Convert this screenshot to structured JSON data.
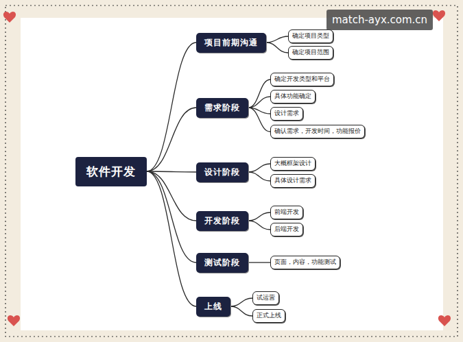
{
  "diagram": {
    "nodes": [
      {
        "text": [
          "软件开发"
        ]
      },
      {
        "text": [
          "项目前期沟通"
        ]
      },
      {
        "text": [
          "确定项目类型"
        ]
      },
      {
        "text": [
          "确定项目范围"
        ]
      },
      {
        "text": [
          "需求阶段"
        ]
      },
      {
        "text": [
          "确定开发类型和平台"
        ]
      },
      {
        "text": [
          "具体功能确定"
        ]
      },
      {
        "text": [
          "设计需求"
        ]
      },
      {
        "text": [
          "确认需求，开发时间，功能报价"
        ]
      },
      {
        "text": [
          "设计阶段"
        ]
      },
      {
        "text": [
          "大概框架设计"
        ]
      },
      {
        "text": [
          "具体设计需求"
        ]
      },
      {
        "text": [
          "开发阶段"
        ]
      },
      {
        "text": [
          "前端开发"
        ]
      },
      {
        "text": [
          "后端开发"
        ]
      },
      {
        "text": [
          "测试阶段"
        ]
      },
      {
        "text": [
          "页面，内容，功能测试"
        ]
      },
      {
        "text": [
          "上线"
        ]
      },
      {
        "text": [
          "试运营"
        ]
      },
      {
        "text": [
          "正式上线"
        ]
      }
    ],
    "edges": [
      {
        "from": 0,
        "to": 1,
        "arrow": "none"
      },
      {
        "from": 1,
        "to": 2,
        "arrow": "none"
      },
      {
        "from": 1,
        "to": 3,
        "arrow": "none"
      },
      {
        "from": 0,
        "to": 4,
        "arrow": "none"
      },
      {
        "from": 4,
        "to": 5,
        "arrow": "none"
      },
      {
        "from": 4,
        "to": 6,
        "arrow": "none"
      },
      {
        "from": 4,
        "to": 7,
        "arrow": "none"
      },
      {
        "from": 4,
        "to": 8,
        "arrow": "none"
      },
      {
        "from": 0,
        "to": 9,
        "arrow": "none"
      },
      {
        "from": 9,
        "to": 10,
        "arrow": "none"
      },
      {
        "from": 9,
        "to": 11,
        "arrow": "none"
      },
      {
        "from": 0,
        "to": 12,
        "arrow": "none"
      },
      {
        "from": 12,
        "to": 13,
        "arrow": "none"
      },
      {
        "from": 12,
        "to": 14,
        "arrow": "none"
      },
      {
        "from": 0,
        "to": 15,
        "arrow": "none"
      },
      {
        "from": 15,
        "to": 16,
        "arrow": "none"
      },
      {
        "from": 0,
        "to": 17,
        "arrow": "none"
      },
      {
        "from": 17,
        "to": 18,
        "arrow": "none"
      },
      {
        "from": 17,
        "to": 19,
        "arrow": "none"
      }
    ],
    "labels": [
      "match-ayx.com.cn"
    ]
  }
}
